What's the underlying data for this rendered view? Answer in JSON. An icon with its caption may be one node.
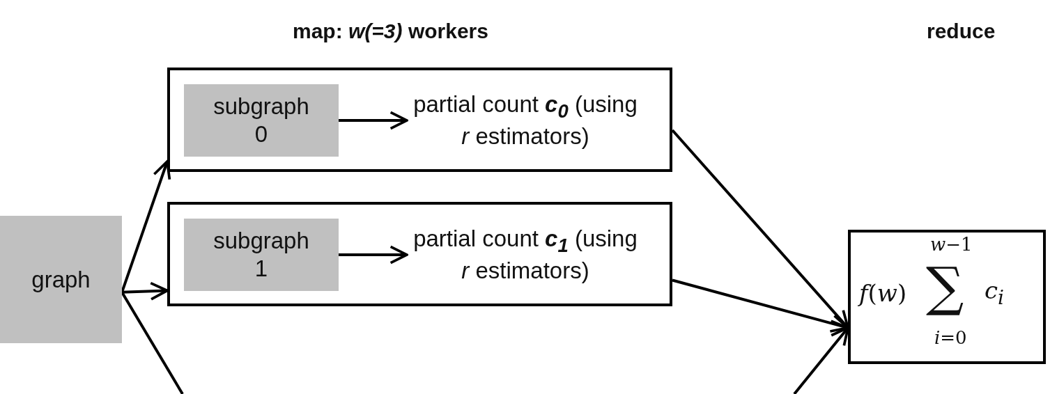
{
  "diagram": {
    "nodes": [
      {
        "text": [],
        "shape": "box"
      },
      {
        "text": [
          "subgraph 0"
        ],
        "in": 0
      },
      {
        "text": [
          "partial count **c**$_{0}$ (using *r* estimators)"
        ],
        "in": 0
      },
      {
        "text": [],
        "shape": "box"
      },
      {
        "text": [
          "subgraph 1"
        ],
        "in": 3
      },
      {
        "text": [
          "partial count **c**$_{1}$ (using *r* estimators)"
        ],
        "in": 3
      },
      {
        "text": [
          "graph"
        ]
      },
      {
        "text": [
          "*f*(*w*)",
          "*w*−1",
          "∑",
          "*i*=0",
          "*c*$_{i}$"
        ]
      }
    ],
    "edges": [
      {
        "from": 1,
        "to": 2,
        "arrow": "to"
      },
      {
        "from": 4,
        "to": 5,
        "arrow": "to"
      },
      {
        "from": 6,
        "to": 0,
        "arrow": "to"
      },
      {
        "from": 6,
        "to": 3,
        "arrow": "to"
      },
      {
        "from": 6,
        "to": null,
        "arrow": "none"
      },
      {
        "from": 0,
        "to": 7,
        "arrow": "to"
      },
      {
        "from": 3,
        "to": 7,
        "arrow": "to"
      },
      {
        "from": null,
        "to": 7,
        "arrow": "to"
      }
    ],
    "labels": [
      "map: *w(=3)* workers",
      "reduce"
    ]
  }
}
